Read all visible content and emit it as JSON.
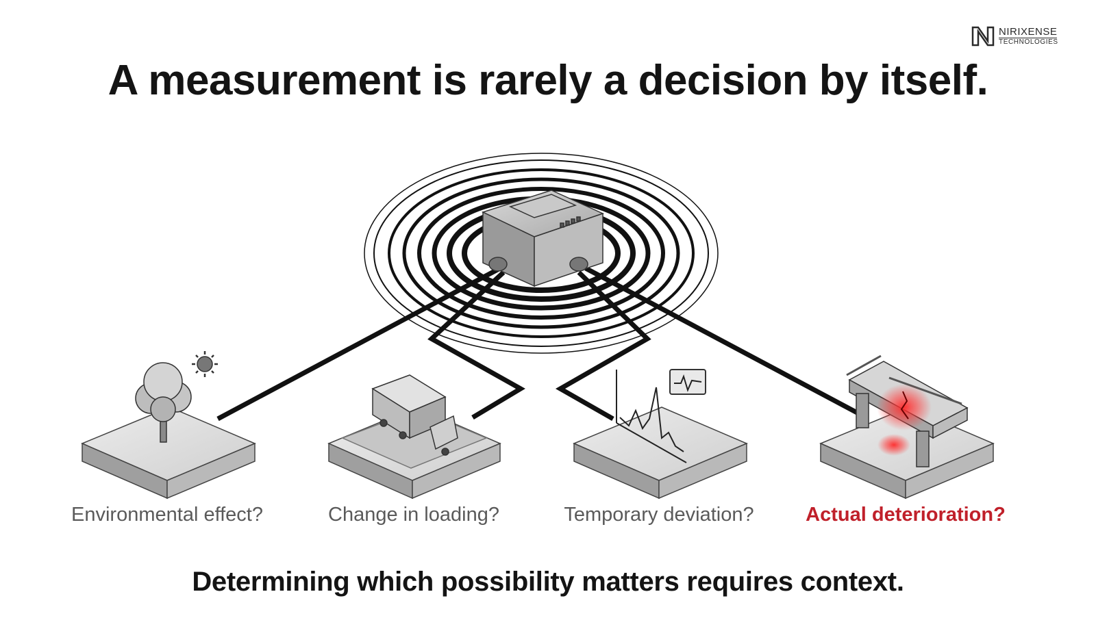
{
  "logo": {
    "name": "NIRIXENSE",
    "tagline": "TECHNOLOGIES"
  },
  "title": "A measurement is rarely a decision by itself.",
  "possibilities": [
    {
      "label": "Environmental effect?",
      "icon": "tree-sun-icon"
    },
    {
      "label": "Change in loading?",
      "icon": "truck-icon"
    },
    {
      "label": "Temporary deviation?",
      "icon": "signal-spike-icon"
    },
    {
      "label": "Actual deterioration?",
      "icon": "cracked-bridge-icon",
      "highlight": true
    }
  ],
  "subtitle": "Determining which possibility matters requires context.",
  "colors": {
    "text": "#141414",
    "label": "#5a5a5a",
    "alert": "#c0202a",
    "line": "#111111"
  }
}
